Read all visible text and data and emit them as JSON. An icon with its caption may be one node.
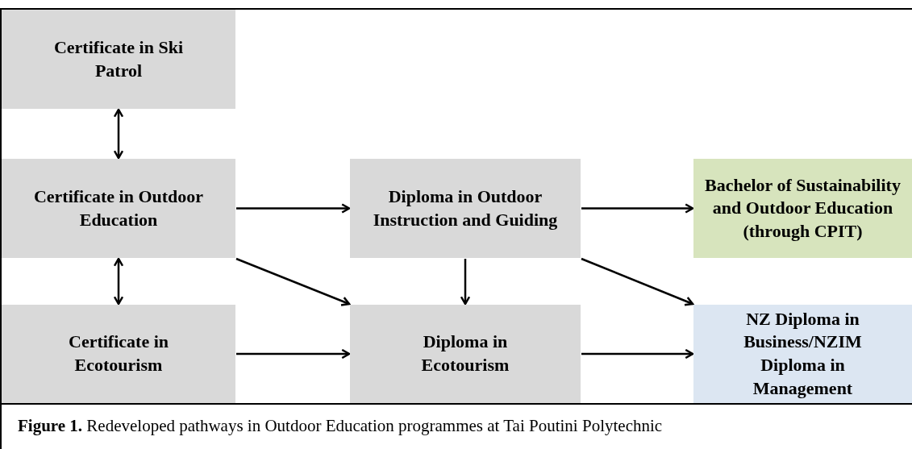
{
  "diagram": {
    "caption": "**Figure 1.** Redeveloped pathways in Outdoor Education programmes at Tai Poutini Polytechnic",
    "nodes": [
      {
        "text": [
          "Certificate in Ski Patrol"
        ]
      },
      {
        "text": [
          "Certificate in Outdoor Education"
        ]
      },
      {
        "text": [
          "Diploma in Outdoor Instruction and Guiding"
        ]
      },
      {
        "text": [
          "Bachelor of Sustainability and Outdoor Education (through CPIT)"
        ]
      },
      {
        "text": [
          "Certificate in Ecotourism"
        ]
      },
      {
        "text": [
          "Diploma in Ecotourism"
        ]
      },
      {
        "text": [
          "NZ Diploma in Business/NZIM Diploma in Management"
        ]
      }
    ],
    "edges": [
      {
        "from": 0,
        "to": 1,
        "arrow": "both"
      },
      {
        "from": 1,
        "to": 2,
        "arrow": "to"
      },
      {
        "from": 2,
        "to": 3,
        "arrow": "to"
      },
      {
        "from": 1,
        "to": 4,
        "arrow": "both"
      },
      {
        "from": 1,
        "to": 5,
        "arrow": "to"
      },
      {
        "from": 2,
        "to": 5,
        "arrow": "to"
      },
      {
        "from": 2,
        "to": 6,
        "arrow": "to"
      },
      {
        "from": 4,
        "to": 5,
        "arrow": "to"
      },
      {
        "from": 5,
        "to": 6,
        "arrow": "to"
      }
    ]
  }
}
